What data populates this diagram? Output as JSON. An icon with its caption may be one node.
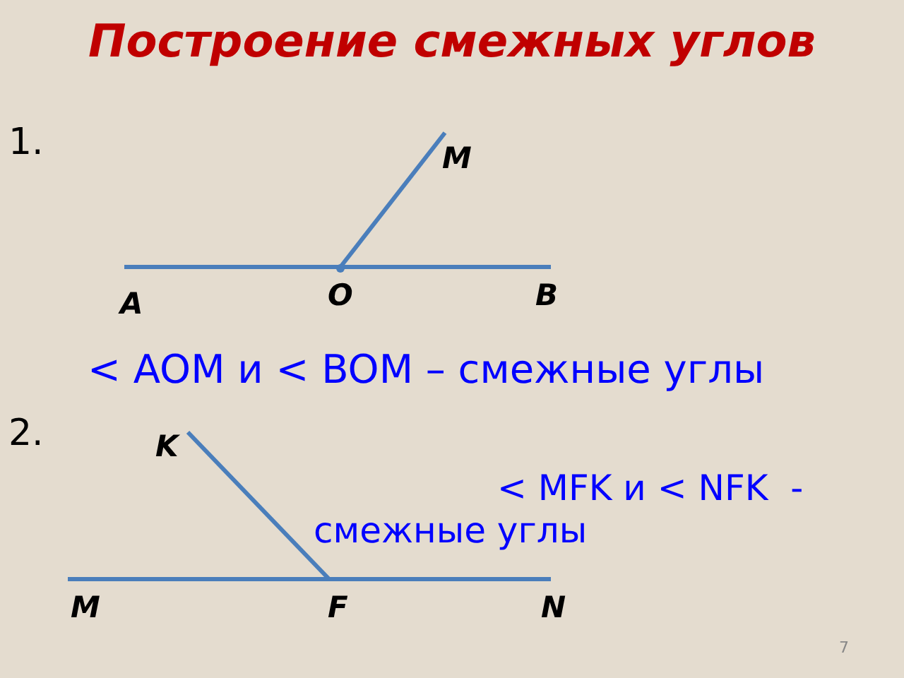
{
  "diagram": {
    "title": "Построение смежных углов",
    "labels": [
      "1.",
      "M",
      "A",
      "O",
      "B",
      "< AOM и < BOM – смежные углы",
      "2.",
      "K",
      "< MFK и < NFK  - смежные углы",
      "M",
      "F",
      "N",
      "7"
    ]
  }
}
